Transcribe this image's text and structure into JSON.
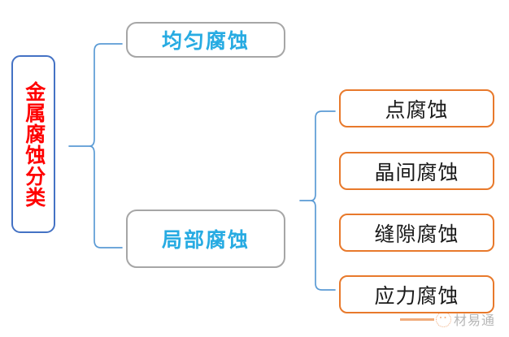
{
  "diagram": {
    "title": "金属腐蚀分类",
    "background_color": "#FFFFFF",
    "root": {
      "label": "金属腐蚀分类",
      "text_color": "#FF0000",
      "border_color": "#4472C4"
    },
    "level2": [
      {
        "id": "uniform",
        "label": "均匀腐蚀",
        "text_color": "#27ABE2",
        "border_color": "#A6A6A6"
      },
      {
        "id": "local",
        "label": "局部腐蚀",
        "text_color": "#27ABE2",
        "border_color": "#A6A6A6"
      }
    ],
    "level3": [
      {
        "id": "pitting",
        "label": "点腐蚀",
        "text_color": "#1A1A1A",
        "border_color": "#E8792B"
      },
      {
        "id": "intergranular",
        "label": "晶间腐蚀",
        "text_color": "#1A1A1A",
        "border_color": "#E8792B"
      },
      {
        "id": "crevice",
        "label": "缝隙腐蚀",
        "text_color": "#1A1A1A",
        "border_color": "#E8792B"
      },
      {
        "id": "stress",
        "label": "应力腐蚀",
        "text_color": "#1A1A1A",
        "border_color": "#E8792B"
      }
    ],
    "connectors": [
      {
        "id": "brace-left",
        "type": "curly-brace",
        "color": "#5B9BD5"
      },
      {
        "id": "brace-right",
        "type": "curly-brace",
        "color": "#5B9BD5"
      }
    ]
  },
  "watermark": {
    "text": "材易通",
    "rule_color": "#E8792B",
    "logo_icon": "circle-logo-icon"
  }
}
